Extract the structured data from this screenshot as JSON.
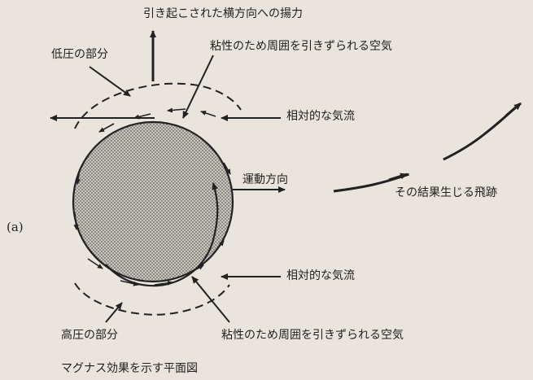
{
  "labels": {
    "lift": "引き起こされた横方向への揚力",
    "low_pressure": "低圧の部分",
    "viscous_air_top": "粘性のため周囲を引きずられる空気",
    "relative_flow_top": "相対的な気流",
    "direction_of_motion": "運動方向",
    "resulting_trajectory": "その結果生じる飛跡",
    "panel_label": "(a)",
    "relative_flow_bottom": "相対的な気流",
    "high_pressure": "高圧の部分",
    "viscous_air_bottom": "粘性のため周囲を引きずられる空気",
    "caption": "マグナス効果を示す平面図"
  },
  "colors": {
    "ink": "#222222",
    "ball_fill": "#a9a6a0",
    "background": "#e9e5dc"
  }
}
